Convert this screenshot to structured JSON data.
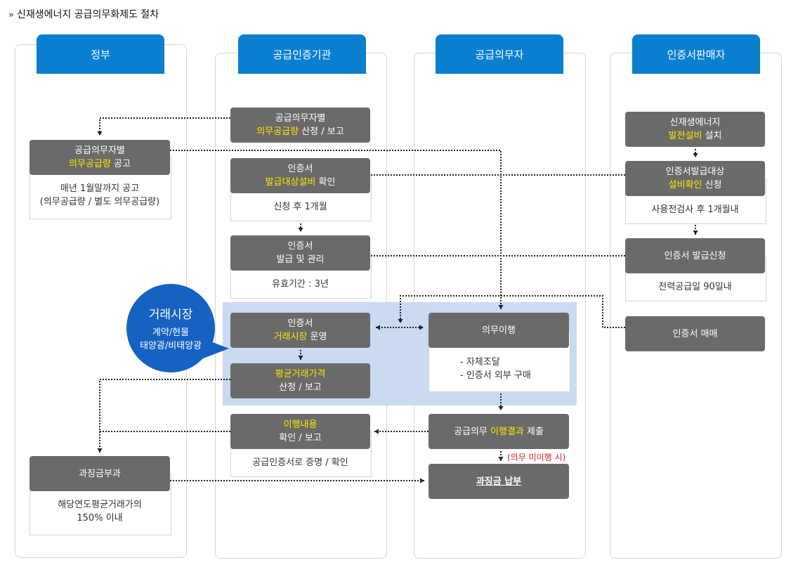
{
  "title": {
    "chevron": "»",
    "text": "신재생에너지 공급의무화제도 절차"
  },
  "lanes": {
    "gov": "정부",
    "cert_agency": "공급인증기관",
    "obligor": "공급의무자",
    "seller": "인증서판매자"
  },
  "bubble": {
    "title": "거래시장",
    "line1": "계약/현물",
    "line2": "태양광/비태양광"
  },
  "gov": {
    "notice": {
      "line1": "공급의무자별",
      "highlight": "의무공급량",
      "rest": " 공고"
    },
    "notice_note": {
      "line1": "매년 1월말까지 공고",
      "line2": "(의무공급량 / 별도 의무공급량)"
    },
    "penalty": {
      "label": "과징금부과"
    },
    "penalty_note": {
      "line1": "해당연도평균거래가의",
      "line2": "150% 이내"
    }
  },
  "agency": {
    "select": {
      "line1": "공급의무자별",
      "highlight": "의무공급량",
      "rest": " 산정 / 보고"
    },
    "verify": {
      "line1": "인증서",
      "highlight": "발급대상설비",
      "rest": " 확인"
    },
    "verify_note": "신청 후 1개월",
    "issue": {
      "line1": "인증서",
      "line2": "발급 및 관리"
    },
    "issue_note": "유효기간 : 3년",
    "market": {
      "line1": "인증서",
      "highlight": "거래시장",
      "rest": " 운영"
    },
    "avgprice": {
      "highlight": "평균거래가격",
      "line2": "산정 / 보고"
    },
    "check": {
      "highlight": "이행내용",
      "line2": "확인 / 보고"
    },
    "check_note": "공급인증서로 증명 / 확인"
  },
  "obligor": {
    "perform": {
      "label": "의무이행"
    },
    "perform_note": {
      "line1": "- 자체조달",
      "line2": "- 인증서 외부 구매"
    },
    "submit": {
      "pre": "공급의무 ",
      "highlight": "이행결과",
      "rest": " 제출"
    },
    "fail_note": "(의무 미이행 시)",
    "pay": {
      "label": "과징금 납부"
    }
  },
  "seller": {
    "install": {
      "line1": "신재생에너지",
      "highlight": "발전설비",
      "rest": " 설치"
    },
    "apply": {
      "line1": "인증서발급대상",
      "highlight": "설비확인",
      "rest": " 신청"
    },
    "apply_note": "사용전검사 후 1개월내",
    "issue_req": {
      "label": "인증서 발급신청"
    },
    "issue_req_note": "전력공급일 90일내",
    "trade": {
      "label": "인증서 매매"
    }
  },
  "colors": {
    "lane_header": "#0a7fd0",
    "dark_box": "#6a6a6a",
    "highlight": "#ffe500",
    "market_band": "#c9daf1",
    "bubble": "#1562c2",
    "warning": "#d4231f"
  }
}
